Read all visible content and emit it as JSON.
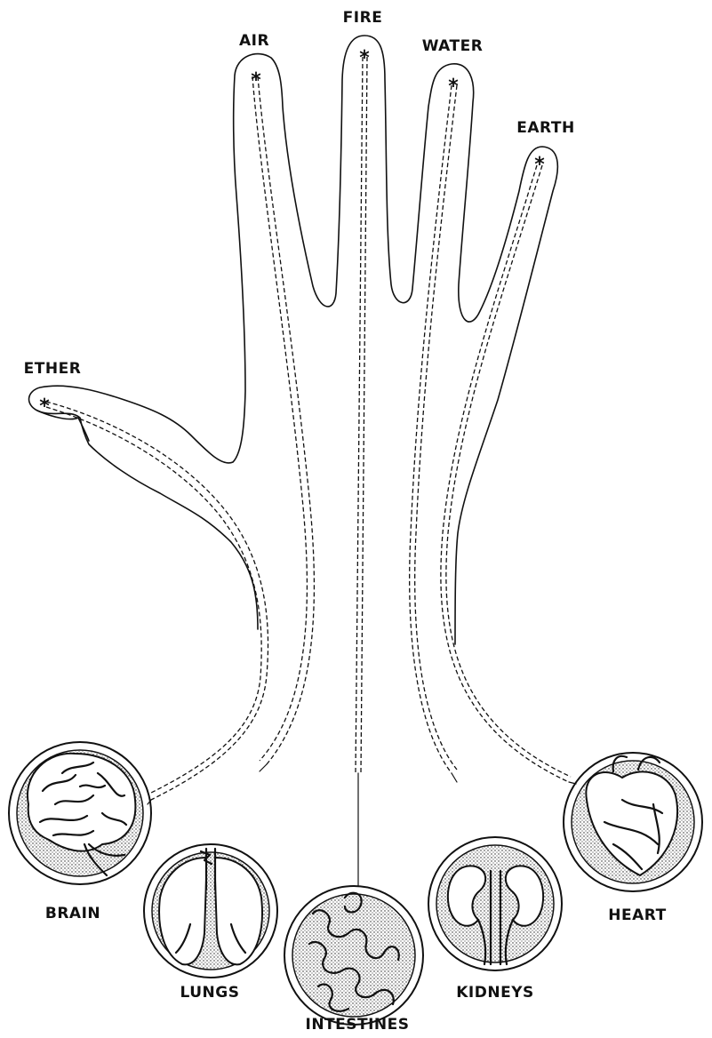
{
  "elements": {
    "ether": "ETHER",
    "air": "AIR",
    "fire": "FIRE",
    "water": "WATER",
    "earth": "EARTH"
  },
  "organs": {
    "brain": "BRAIN",
    "lungs": "LUNGS",
    "intestines": "INTESTINES",
    "kidneys": "KIDNEYS",
    "heart": "HEART"
  },
  "colors": {
    "ink": "#111111",
    "paper": "#ffffff"
  }
}
